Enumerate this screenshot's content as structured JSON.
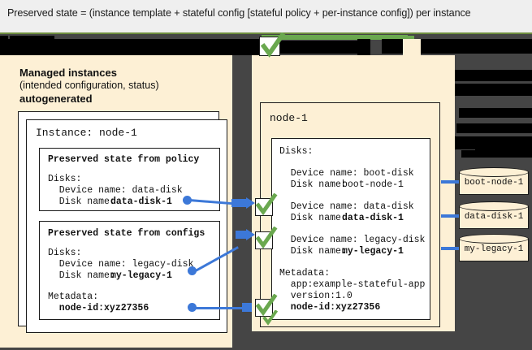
{
  "header": {
    "caption": "Preserved state = (instance template + stateful config [stateful policy + per-instance config]) per instance"
  },
  "colors": {
    "cream": "#fdf0d5",
    "dark_panel": "#454545",
    "accent_blue": "#3c78d8",
    "check_green": "#6aa84f",
    "rule_green": "#6aa84f",
    "redaction_black": "#000000",
    "header_bg": "#efefef"
  },
  "left_panel": {
    "title": "Managed instances",
    "subtitle": "(intended configuration, status)",
    "tag": "autogenerated",
    "instance_label": "Instance: node-1",
    "policy_box": {
      "title": "Preserved state from policy",
      "lines": [
        "Disks:",
        "  Device name: data-disk",
        "  Disk name: "
      ],
      "disk_name_bold": "data-disk-1"
    },
    "configs_box": {
      "title": "Preserved state from configs",
      "disks_header": "Disks:",
      "device_line": "  Device name: legacy-disk",
      "disk_name_label": "  Disk name: ",
      "disk_name_bold": "my-legacy-1",
      "metadata_header": "Metadata:",
      "metadata_bold": "  node-id:xyz27356"
    }
  },
  "right_panel": {
    "node_label": "node-1",
    "disks_header": "Disks:",
    "entries": [
      {
        "device": "  Device name: boot-disk",
        "disk_label": "  Disk name: ",
        "disk_bold": "boot-node-1",
        "bold": false,
        "checked": false
      },
      {
        "device": "  Device name: data-disk",
        "disk_label": "  Disk name: ",
        "disk_bold": "data-disk-1",
        "bold": true,
        "checked": true
      },
      {
        "device": "  Device name: legacy-disk",
        "disk_label": "  Disk name: ",
        "disk_bold": "my-legacy-1",
        "bold": true,
        "checked": true
      }
    ],
    "metadata_header": "Metadata:",
    "metadata_lines": [
      "  app:example-stateful-app",
      "  version:1.0"
    ],
    "metadata_bold": "  node-id:xyz27356"
  },
  "disks": [
    {
      "label": "boot-node-1"
    },
    {
      "label": "data-disk-1"
    },
    {
      "label": "my-legacy-1"
    }
  ]
}
